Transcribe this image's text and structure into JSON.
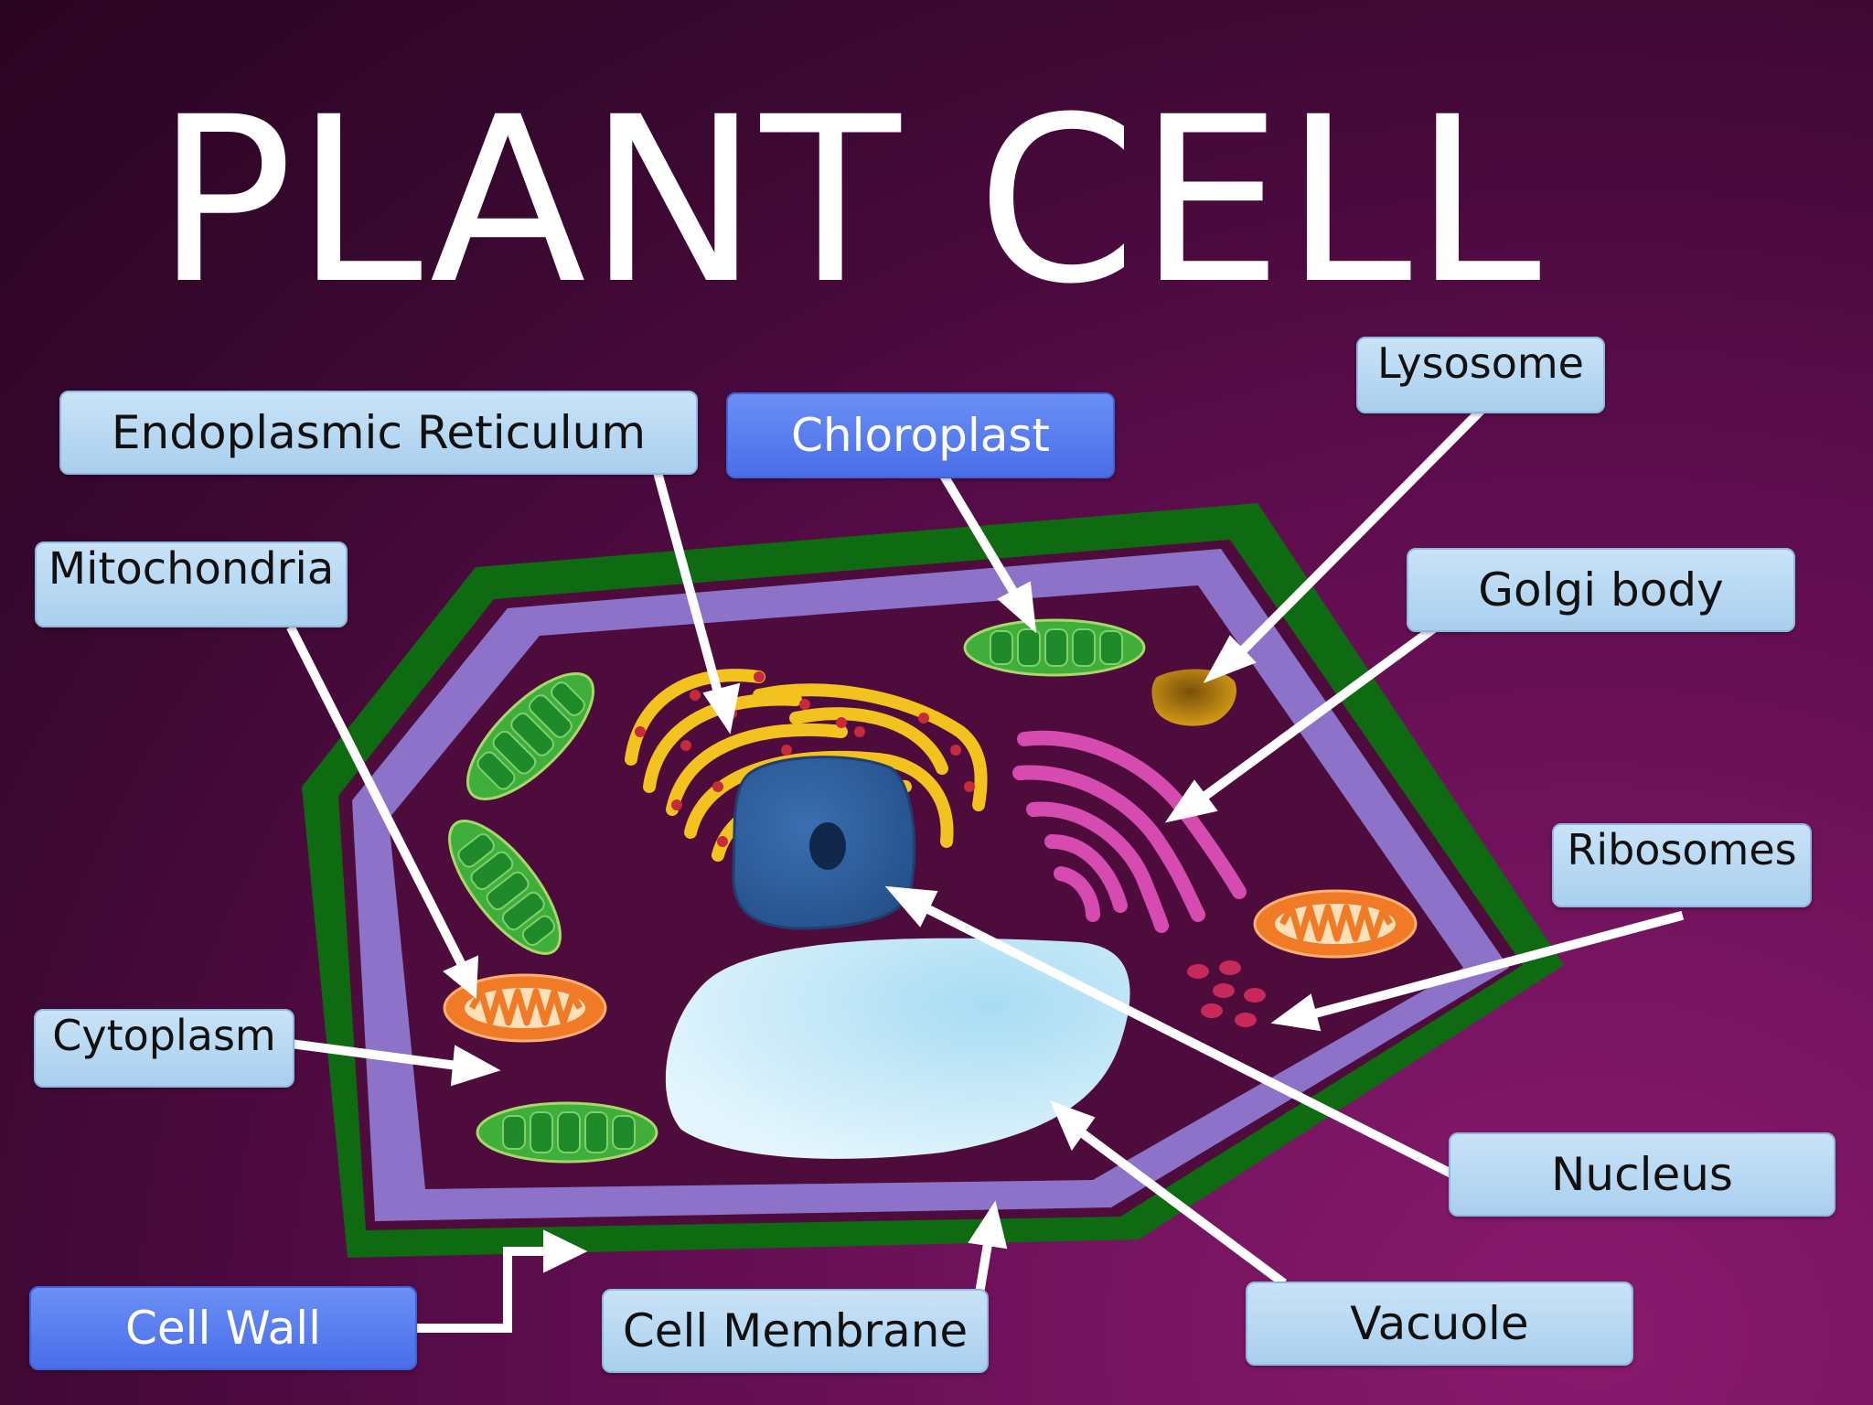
{
  "title": "PLANT CELL",
  "colors": {
    "cell_wall": "#0f6b12",
    "membrane": "#8c73c9",
    "cytoplasm": "#4e0c3c",
    "chloroplast": "#3fae3a",
    "mitochondria": "#f07a26",
    "nucleus": "#2f5f9e",
    "vacuole": "#bfe6f7",
    "golgi": "#d64bb0",
    "er": "#f2c21f",
    "lysosome": "#c08a10",
    "ribosome": "#c72a5a",
    "label_light": "#b6d8f2",
    "label_dark": "#5a7ff0"
  },
  "labels": {
    "er": "Endoplasmic Reticulum",
    "chloroplast": "Chloroplast",
    "lysosome": "Lysosome",
    "mitochondria": "Mitochondria",
    "golgi": "Golgi body",
    "ribosomes": "Ribosomes",
    "cytoplasm": "Cytoplasm",
    "nucleus": "Nucleus",
    "vacuole": "Vacuole",
    "cell_wall": "Cell Wall",
    "cell_membrane": "Cell Membrane"
  }
}
